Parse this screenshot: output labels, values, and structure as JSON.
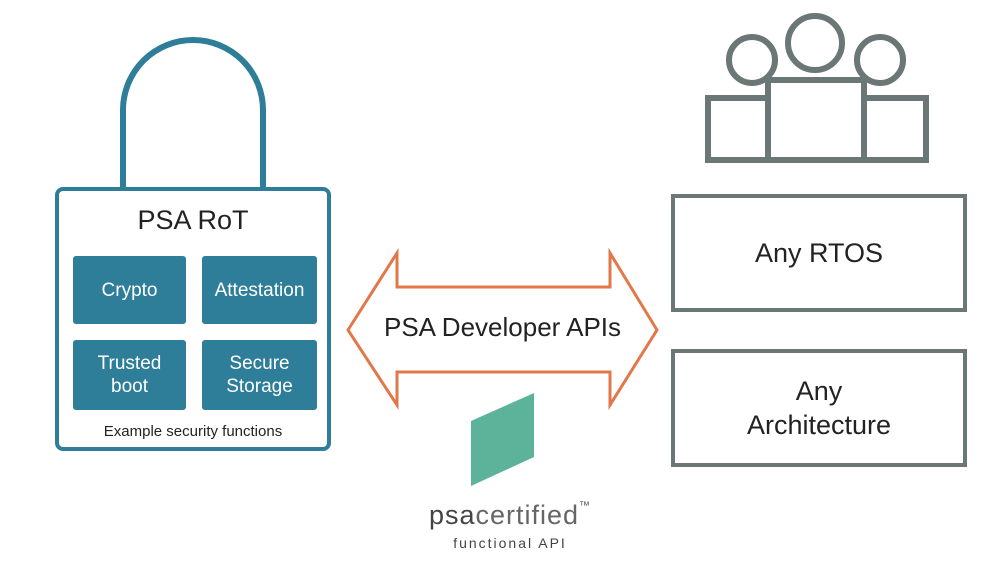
{
  "colors": {
    "lock": "#2e7d99",
    "arrow": "#e2784a",
    "gray": "#6b7676",
    "logo_mark": "#5db39a"
  },
  "lock": {
    "title": "PSA RoT",
    "functions": [
      "Crypto",
      "Attestation",
      "Trusted\nboot",
      "Secure\nStorage"
    ],
    "caption": "Example security functions"
  },
  "arrow": {
    "label": "PSA Developer APIs"
  },
  "right": {
    "icon": "users-icon",
    "rtos_label": "Any RTOS",
    "architecture_label": "Any\nArchitecture"
  },
  "logo": {
    "brand_bold": "psa",
    "brand_light": "certified",
    "trademark": "™",
    "subtitle": "functional API"
  }
}
